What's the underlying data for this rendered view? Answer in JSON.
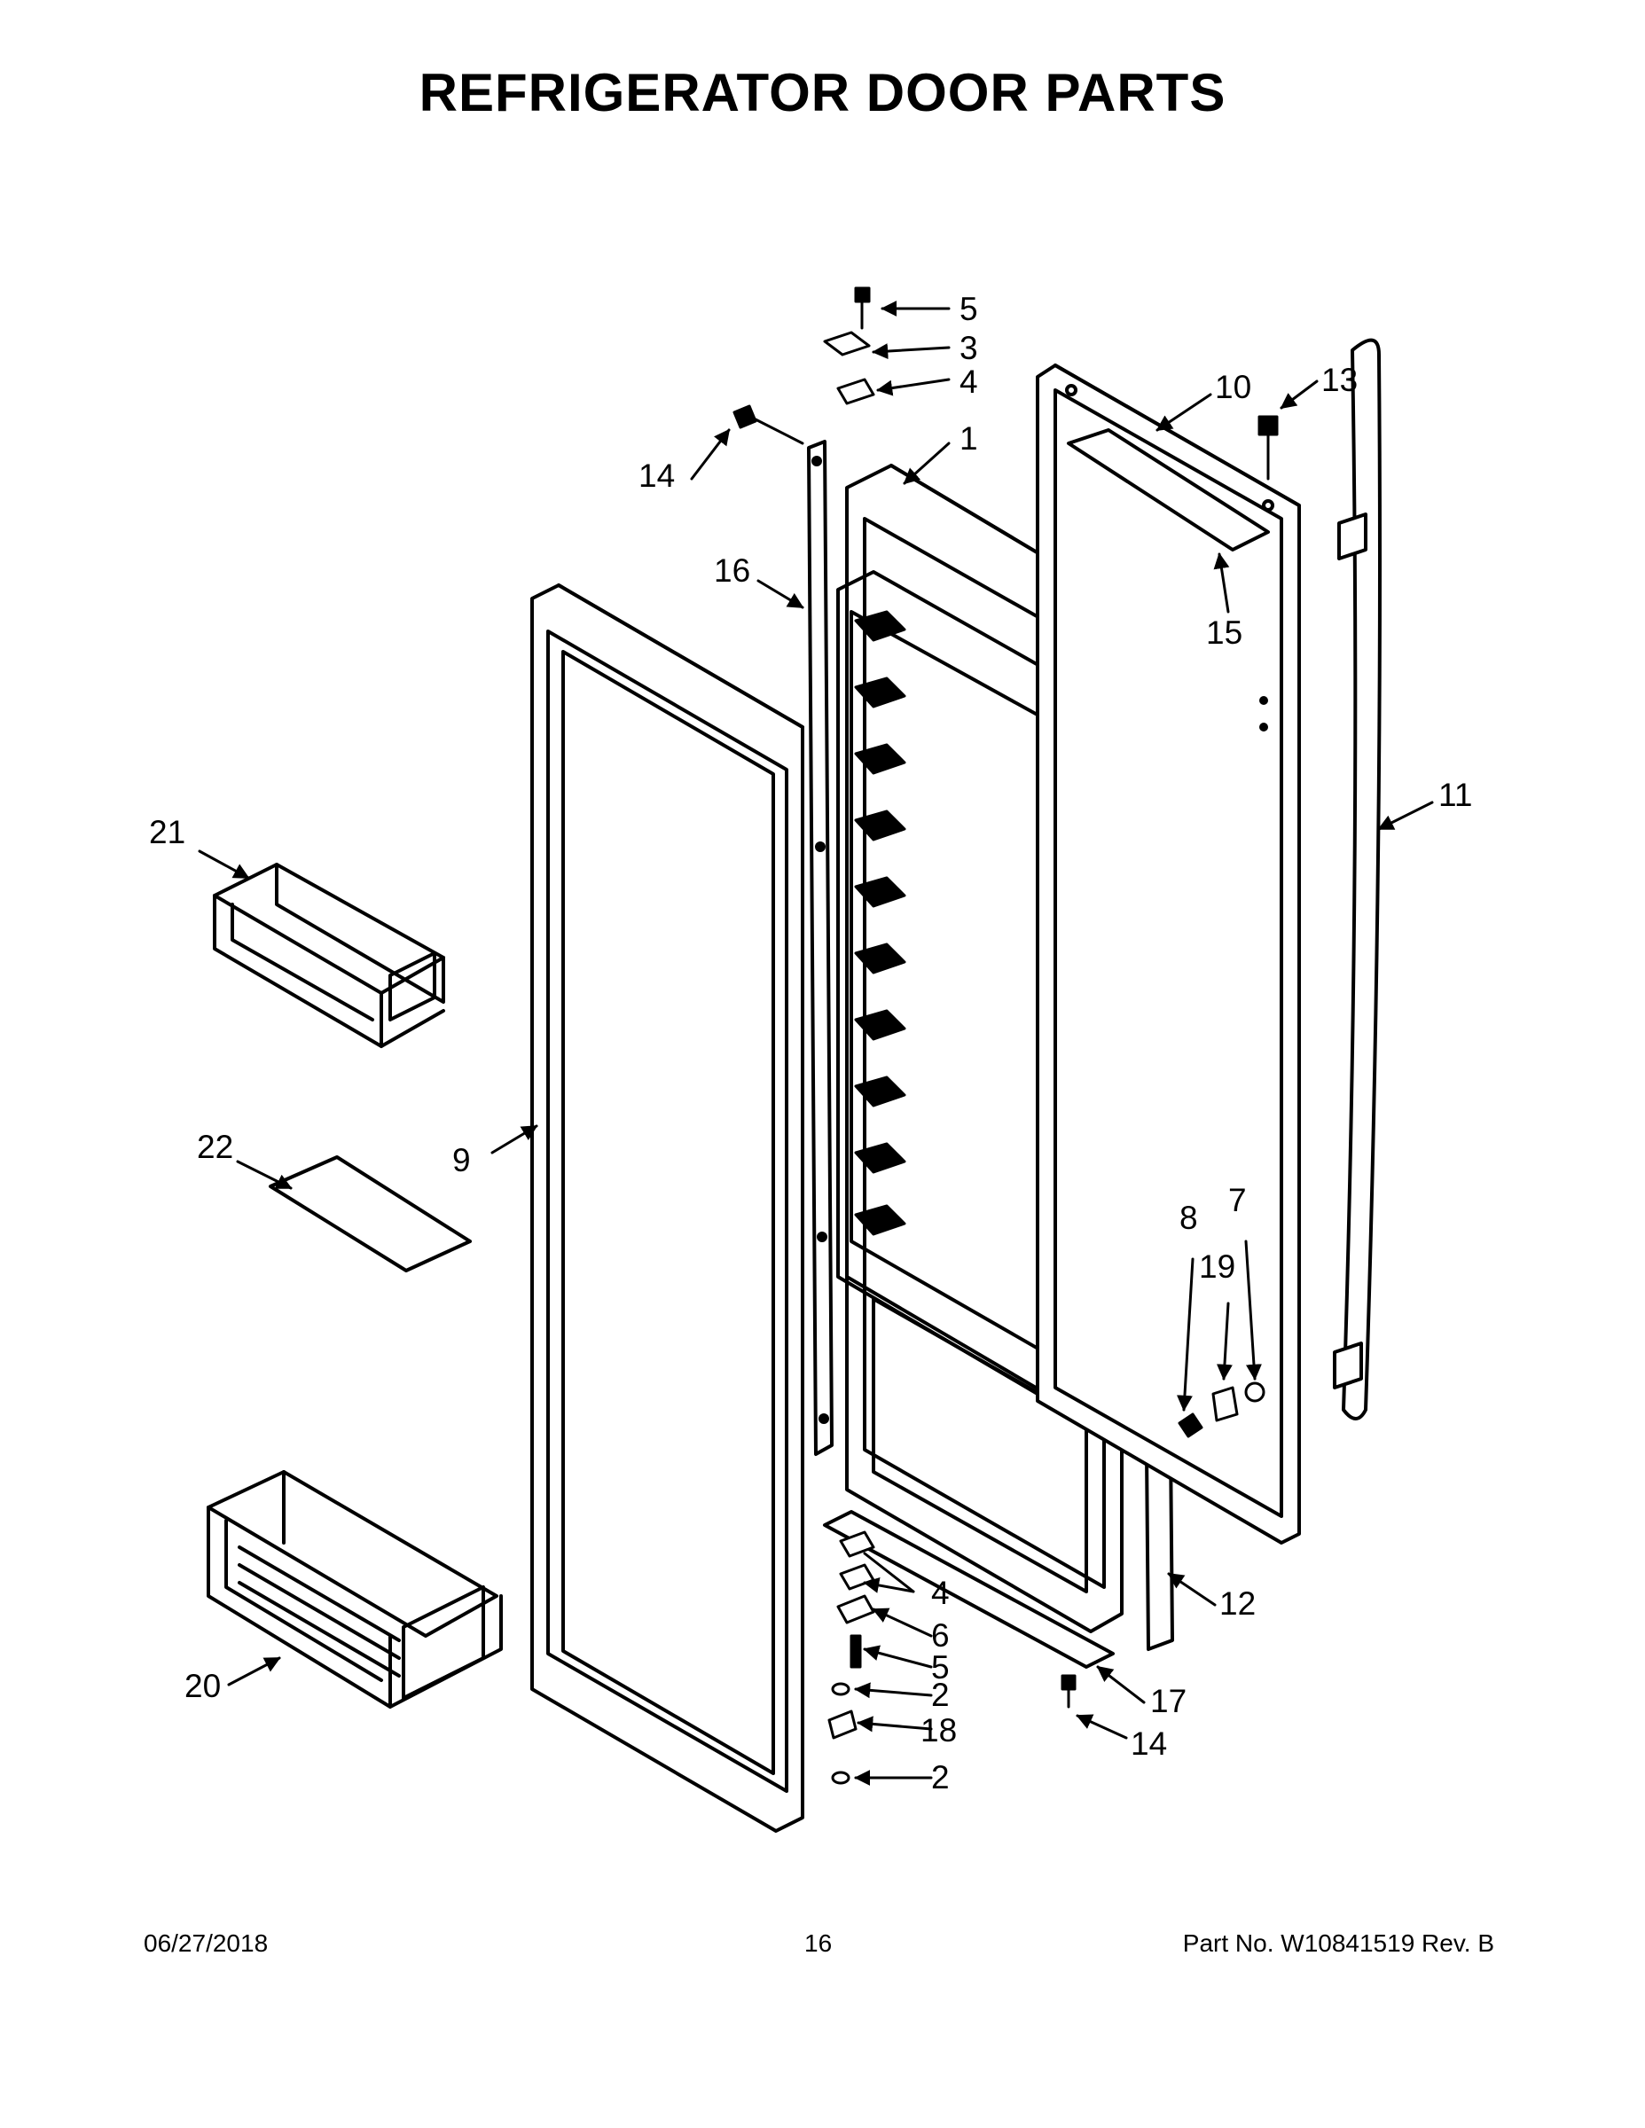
{
  "title": "REFRIGERATOR DOOR PARTS",
  "callouts": {
    "c1": "1",
    "c2a": "2",
    "c2b": "2",
    "c3": "3",
    "c4a": "4",
    "c4b": "4",
    "c5a": "5",
    "c5b": "5",
    "c6": "6",
    "c7": "7",
    "c8": "8",
    "c9": "9",
    "c10": "10",
    "c11": "11",
    "c12": "12",
    "c13": "13",
    "c14a": "14",
    "c14b": "14",
    "c15": "15",
    "c16": "16",
    "c17": "17",
    "c18": "18",
    "c19": "19",
    "c20": "20",
    "c21": "21",
    "c22": "22"
  },
  "footer": {
    "date": "06/27/2018",
    "page": "16",
    "part_number": "Part No.  W10841519  Rev.  B"
  },
  "colors": {
    "line": "#000000",
    "background": "#ffffff",
    "panel_fill": "#f4f4f4"
  }
}
